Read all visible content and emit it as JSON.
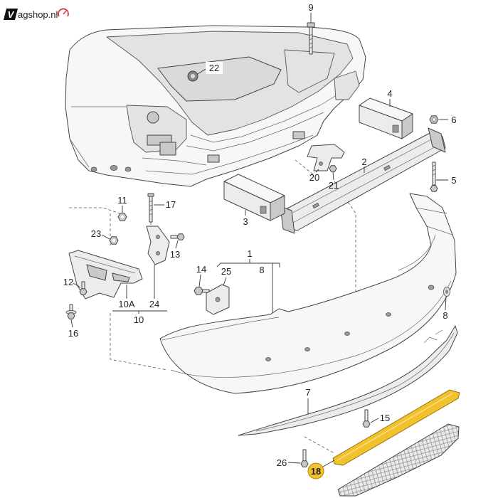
{
  "logo": {
    "mark": "V",
    "text": "agshop.nl",
    "icon": "gauge-icon"
  },
  "colors": {
    "highlight": "#f2c12e",
    "highlight_stroke": "#b58b00",
    "logo_icon": "#d42a2a"
  },
  "callouts": {
    "p9": "9",
    "p22": "22",
    "p4": "4",
    "p6": "6",
    "p2": "2",
    "p5": "5",
    "p20": "20",
    "p21": "21",
    "p3": "3",
    "p11": "11",
    "p17": "17",
    "p23": "23",
    "p13": "13",
    "p1": "1",
    "p14": "14",
    "p25": "25",
    "p8_upper": "8",
    "p12": "12",
    "p10a": "10A",
    "p24": "24",
    "p10": "10",
    "p16": "16",
    "p8_right": "8",
    "p7": "7",
    "p15": "15",
    "p26": "26",
    "p18": "18"
  }
}
